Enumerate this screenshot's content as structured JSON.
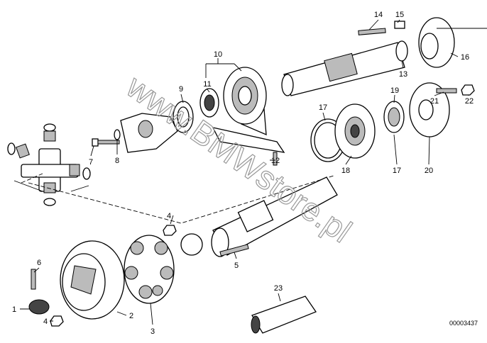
{
  "diagram": {
    "watermark": "www.BMWstore.pl",
    "catalog_number": "00003437",
    "callouts": {
      "n1": "1",
      "n2": "2",
      "n3": "3",
      "n4a": "4",
      "n4b": "4",
      "n5": "5",
      "n6": "6",
      "n7": "7",
      "n8": "8",
      "n9": "9",
      "n10": "10",
      "n11": "11",
      "n12": "12",
      "n13": "13",
      "n14": "14",
      "n15": "15",
      "n16": "16",
      "n17a": "17",
      "n17b": "17",
      "n18": "18",
      "n19": "19",
      "n20": "20",
      "n21": "21",
      "n22": "22",
      "n23": "23"
    }
  }
}
